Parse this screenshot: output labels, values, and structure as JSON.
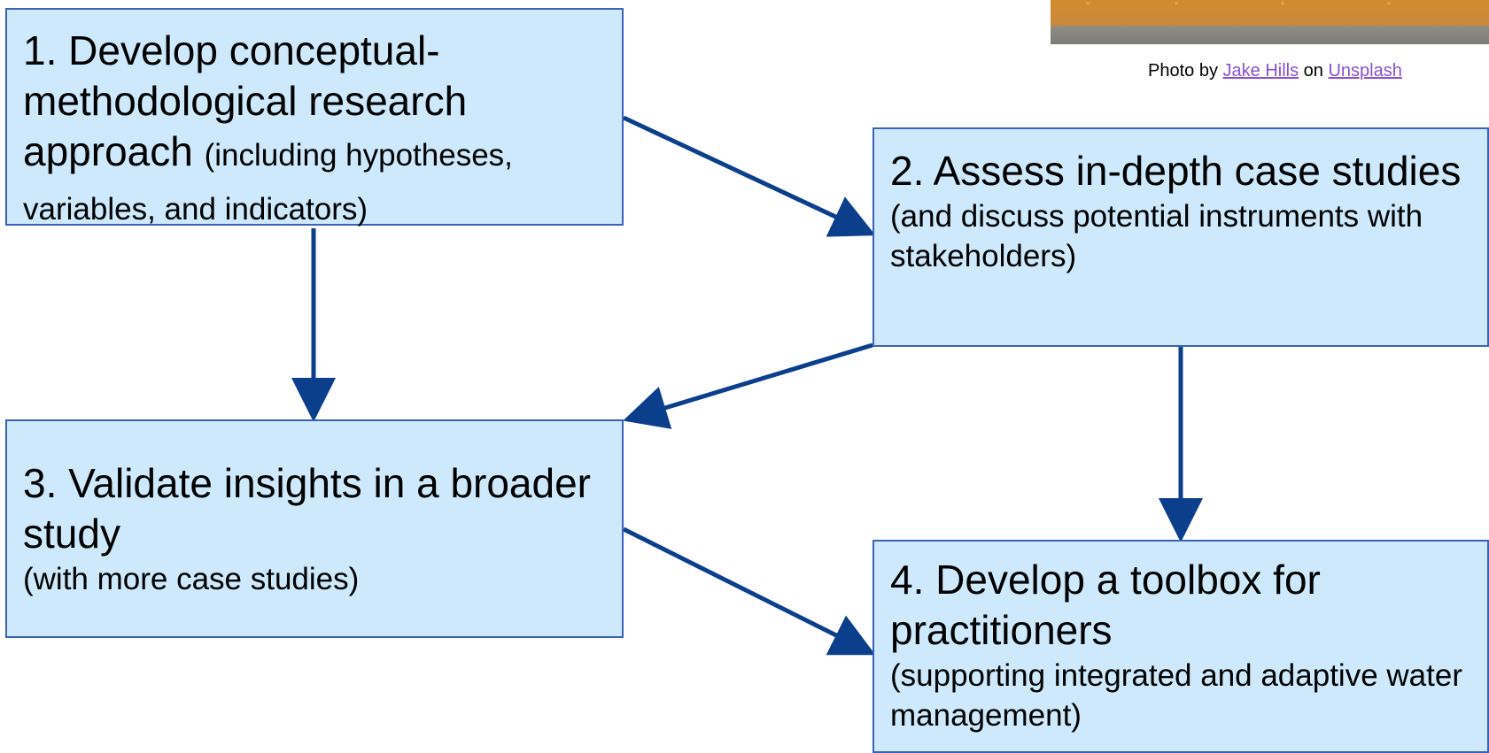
{
  "photo_credit": {
    "prefix": "Photo by",
    "author": "Jake Hills",
    "middle": "on",
    "source": "Unsplash"
  },
  "steps": [
    {
      "title": "1. Develop conceptual-methodological research approach",
      "detail": "(including hypotheses, variables, and indicators)"
    },
    {
      "title": "2. Assess in-depth case studies",
      "detail": "(and discuss potential instruments with stakeholders)"
    },
    {
      "title": "3. Validate insights in a broader study",
      "detail": "(with more case studies)"
    },
    {
      "title": "4. Develop a toolbox for practitioners",
      "detail": "(supporting integrated and adaptive water management)"
    }
  ],
  "colors": {
    "box_fill": "#cde9fb",
    "box_border": "#3a62b8",
    "arrow": "#0b3f8c",
    "link": "#8a4fd0"
  },
  "edges": [
    {
      "from": "step-1",
      "to": "step-2"
    },
    {
      "from": "step-1",
      "to": "step-3"
    },
    {
      "from": "step-2",
      "to": "step-3"
    },
    {
      "from": "step-2",
      "to": "step-4"
    },
    {
      "from": "step-3",
      "to": "step-4"
    }
  ]
}
